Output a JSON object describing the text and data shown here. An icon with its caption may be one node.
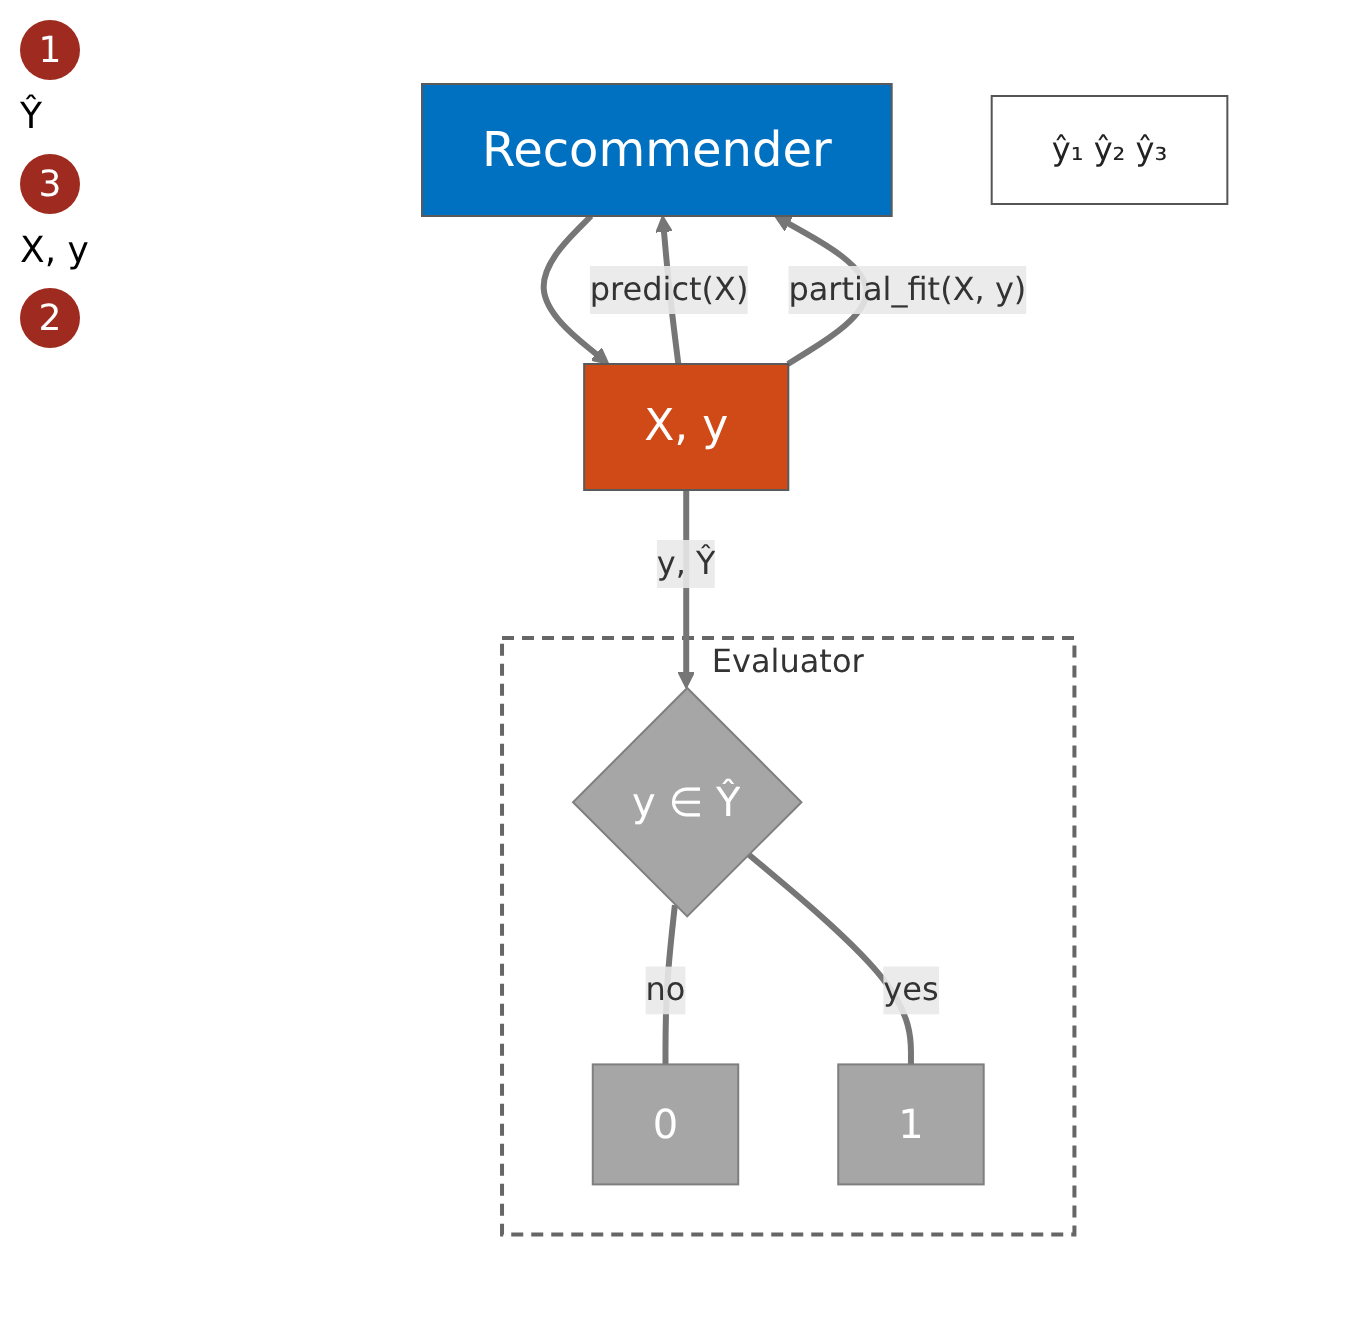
{
  "diagram": {
    "nodes": [
      {
        "text": [
          "Recommender"
        ]
      },
      {
        "text": [
          "ŷ₁ ŷ₂ ŷ₃"
        ]
      },
      {
        "text": [
          "X, y"
        ]
      },
      {
        "text": [
          "Evaluator"
        ]
      },
      {
        "text": [
          "y ∈ Ŷ"
        ],
        "in": 3
      },
      {
        "text": [
          "0"
        ],
        "in": 3
      },
      {
        "text": [
          "1"
        ],
        "in": 3
      }
    ],
    "edges": [
      {
        "from": 2,
        "to": 0,
        "arrow": "to",
        "label": "predict(X)"
      },
      {
        "from": 0,
        "to": 2,
        "arrow": "to"
      },
      {
        "from": 2,
        "to": 0,
        "arrow": "to",
        "label": "partial_fit(X, y)"
      },
      {
        "from": 2,
        "to": 4,
        "arrow": "to",
        "label": "y, Ŷ"
      },
      {
        "from": 4,
        "to": 5,
        "arrow": "none",
        "label": "no"
      },
      {
        "from": 4,
        "to": 6,
        "arrow": "none",
        "label": "yes"
      }
    ],
    "labels": [
      "1",
      "Ŷ",
      "3",
      "X, y",
      "2"
    ]
  }
}
